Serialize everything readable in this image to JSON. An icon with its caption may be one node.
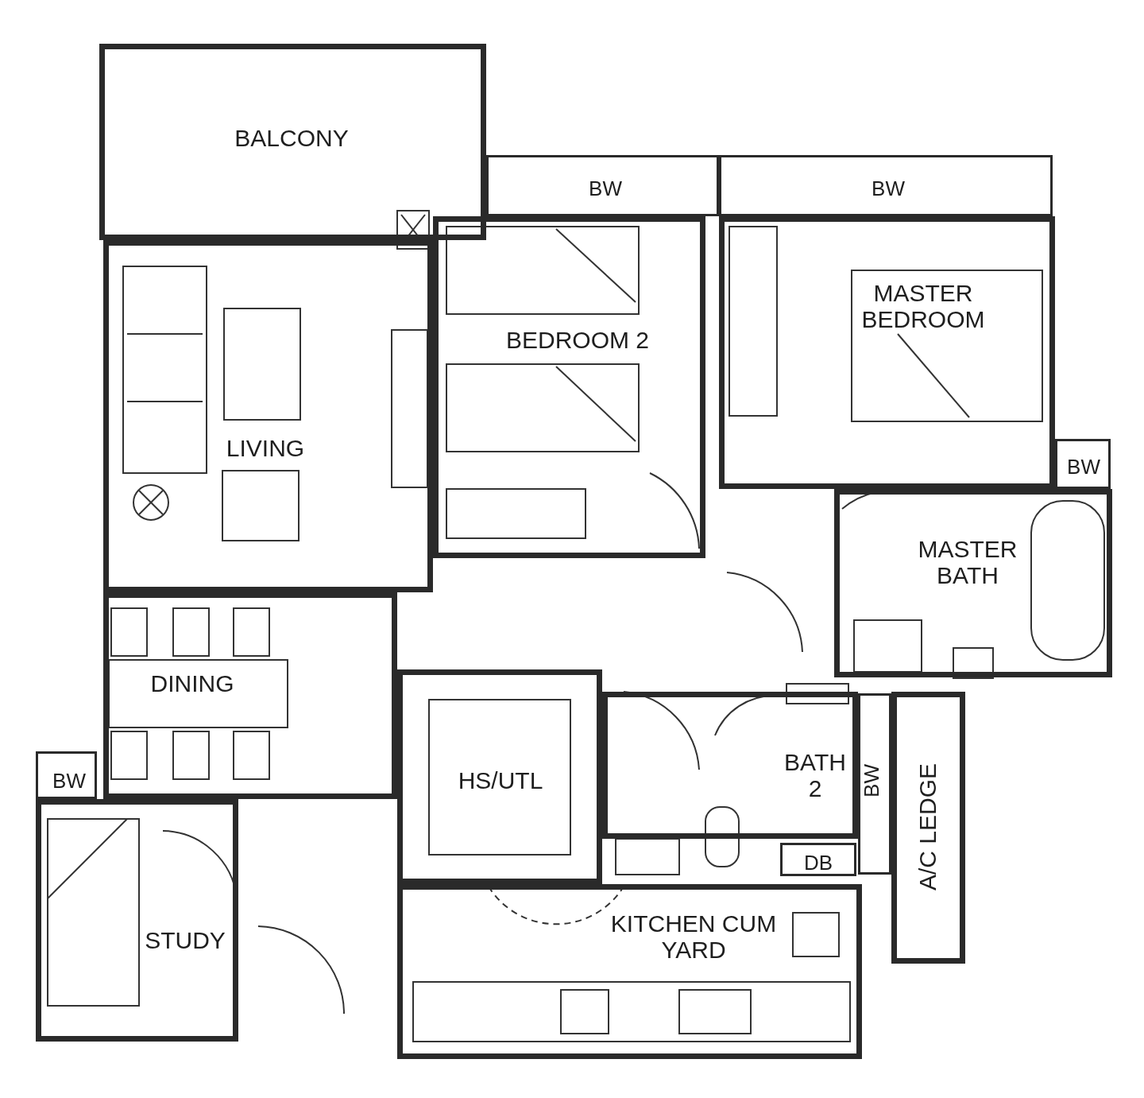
{
  "diagram": {
    "nodes": [
      {
        "text": [
          "BALCONY"
        ]
      },
      {
        "text": [
          "BW"
        ]
      },
      {
        "text": [
          "BW"
        ]
      },
      {
        "text": [
          "BEDROOM 2"
        ]
      },
      {
        "text": [
          "MASTER BEDROOM"
        ]
      },
      {
        "text": [
          "LIVING"
        ]
      },
      {
        "text": [
          "BW"
        ]
      },
      {
        "text": [
          "MASTER BATH"
        ]
      },
      {
        "text": [
          "DINING"
        ]
      },
      {
        "text": [
          "HS/UTL"
        ]
      },
      {
        "text": [
          "BATH 2"
        ]
      },
      {
        "text": [
          "BW"
        ]
      },
      {
        "text": [
          "A/C LEDGE"
        ]
      },
      {
        "text": [
          "BW"
        ]
      },
      {
        "text": [
          "DB"
        ]
      },
      {
        "text": [
          "STUDY"
        ]
      },
      {
        "text": [
          "KITCHEN CUM YARD"
        ]
      }
    ]
  }
}
